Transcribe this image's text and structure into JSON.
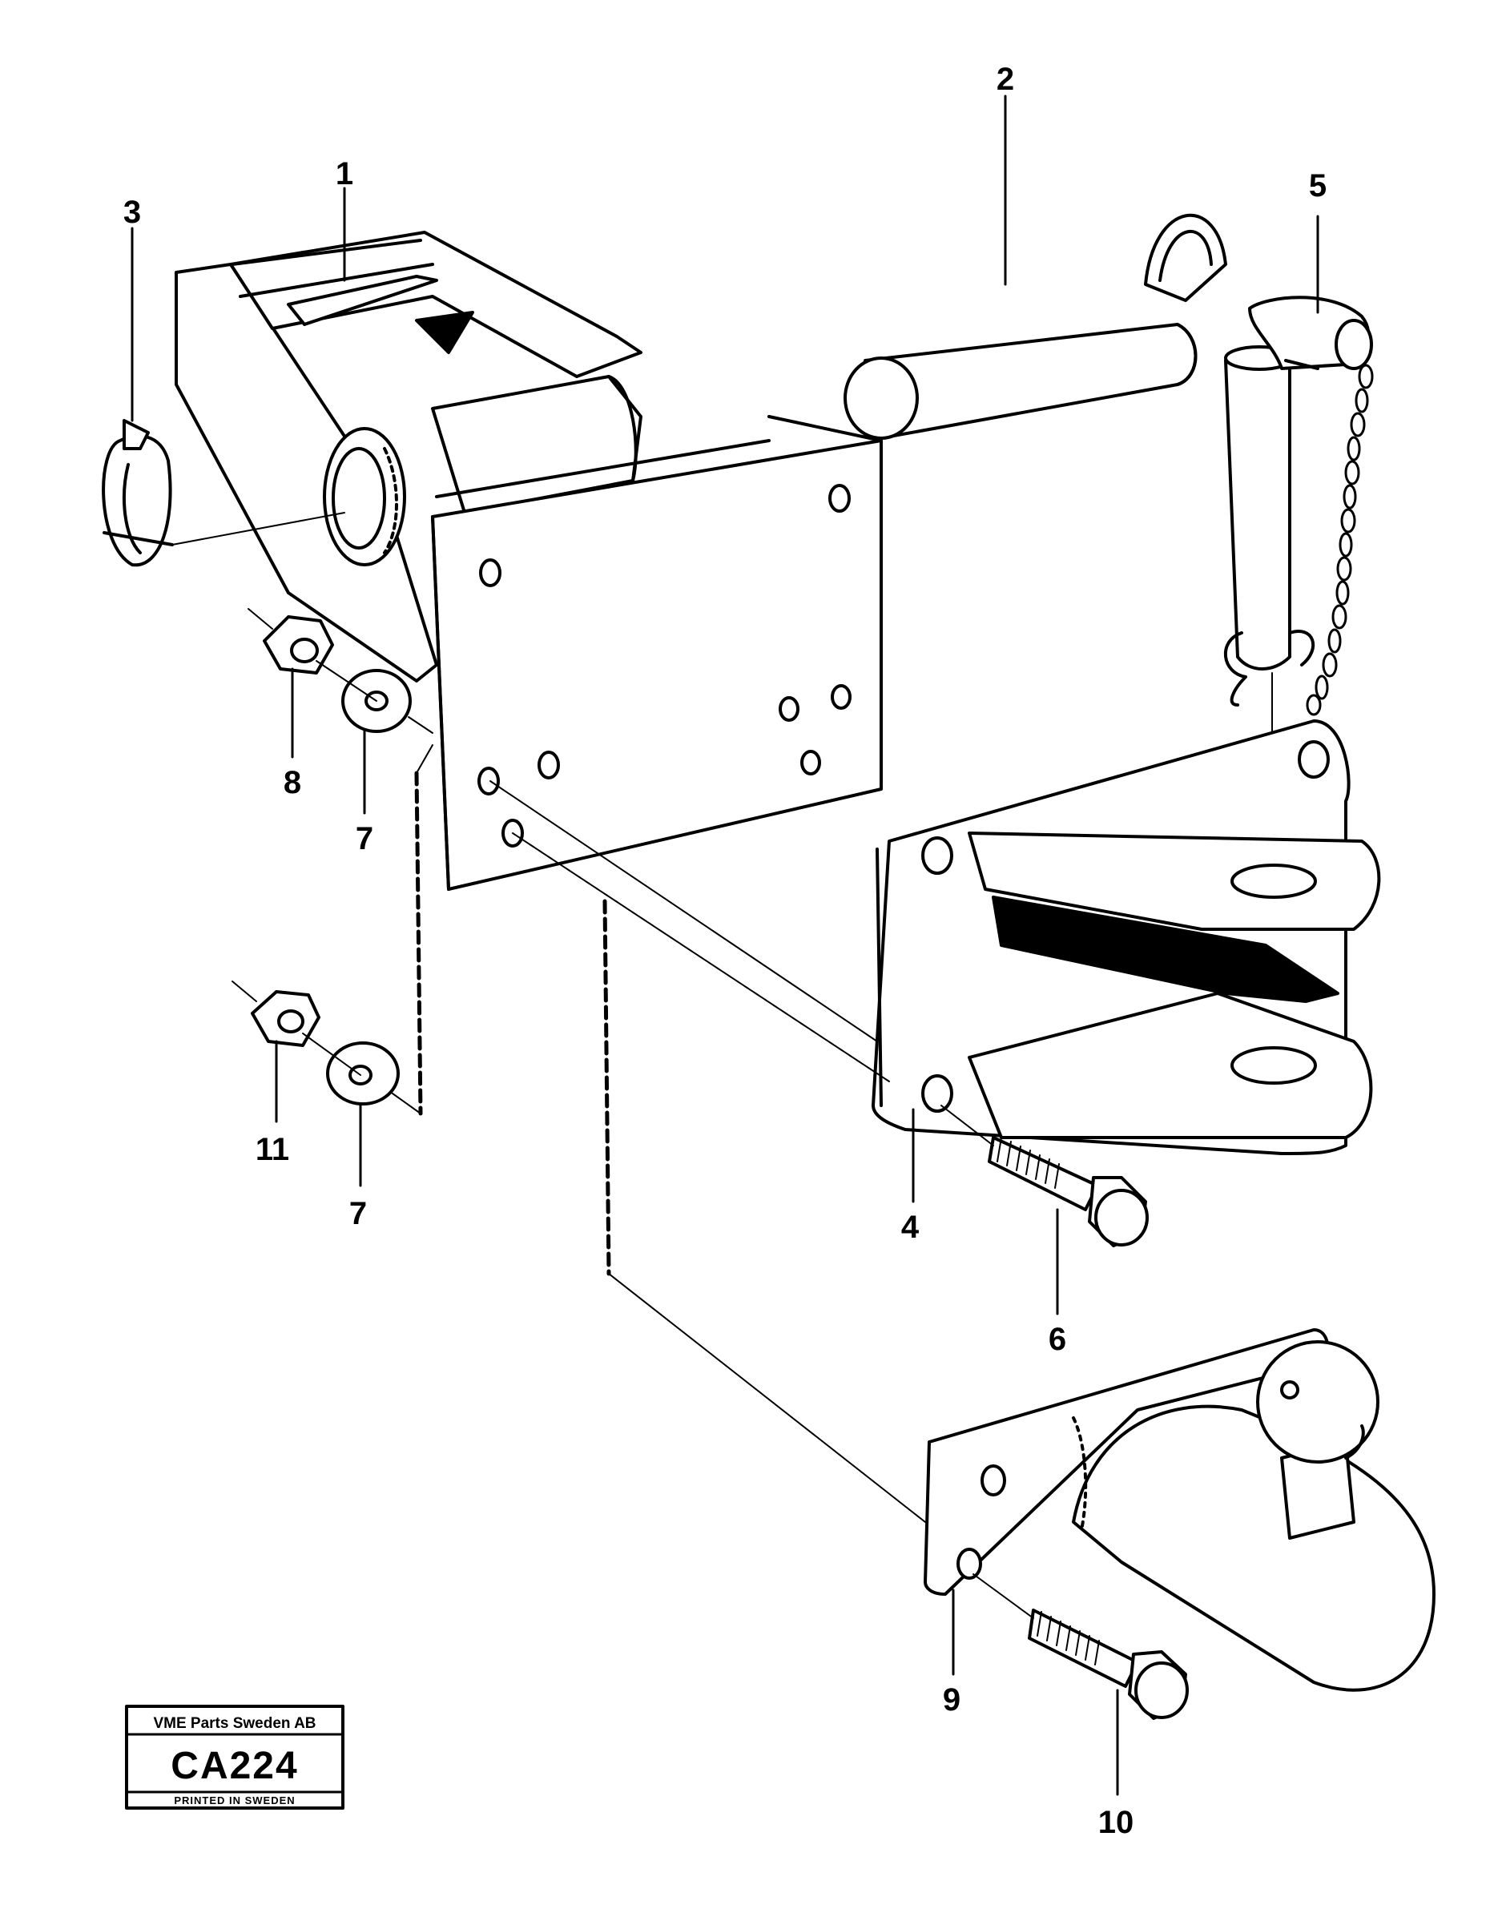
{
  "callouts": {
    "c1": "1",
    "c2": "2",
    "c3": "3",
    "c4": "4",
    "c5": "5",
    "c6": "6",
    "c7a": "7",
    "c7b": "7",
    "c8": "8",
    "c9": "9",
    "c10": "10",
    "c11": "11"
  },
  "stamp": {
    "company": "VME Parts Sweden AB",
    "code": "CA224",
    "printed": "PRINTED IN SWEDEN"
  }
}
